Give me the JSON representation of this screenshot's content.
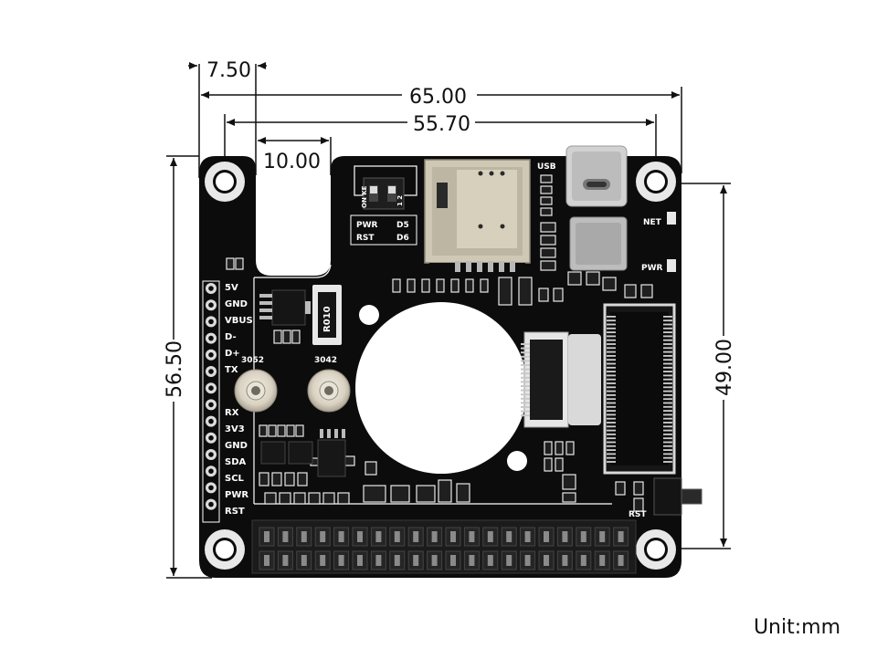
{
  "dimensions": {
    "left_edge_offset": "7.50",
    "overall_width": "65.00",
    "hole_spacing_x": "55.70",
    "cutout_width": "10.00",
    "overall_height": "56.50",
    "hole_spacing_y": "49.00"
  },
  "unit_label": "Unit:mm",
  "board": {
    "pin_labels": [
      "5V",
      "GND",
      "VBUS",
      "D-",
      "D+",
      "TX",
      "RX",
      "3V3",
      "GND",
      "SDA",
      "SCL",
      "PWR",
      "RST"
    ],
    "usb_label": "USB",
    "net_label": "NET",
    "pwr_led_label": "PWR",
    "rst_button_label": "RST",
    "switch_text": "ON KE",
    "switch_numbers": "1 2",
    "legend_pwr": "PWR",
    "legend_rst": "RST",
    "legend_d5": "D5",
    "legend_d6": "D6",
    "screw_left_label": "3052",
    "screw_right_label": "3042",
    "resistor_label": "R010"
  },
  "colors": {
    "board": "#0c0c0c",
    "silkscreen": "#ffffff",
    "metal": "#c8c8c8",
    "sim_tray": "#cfc8b4",
    "dimension_line": "#111111"
  }
}
